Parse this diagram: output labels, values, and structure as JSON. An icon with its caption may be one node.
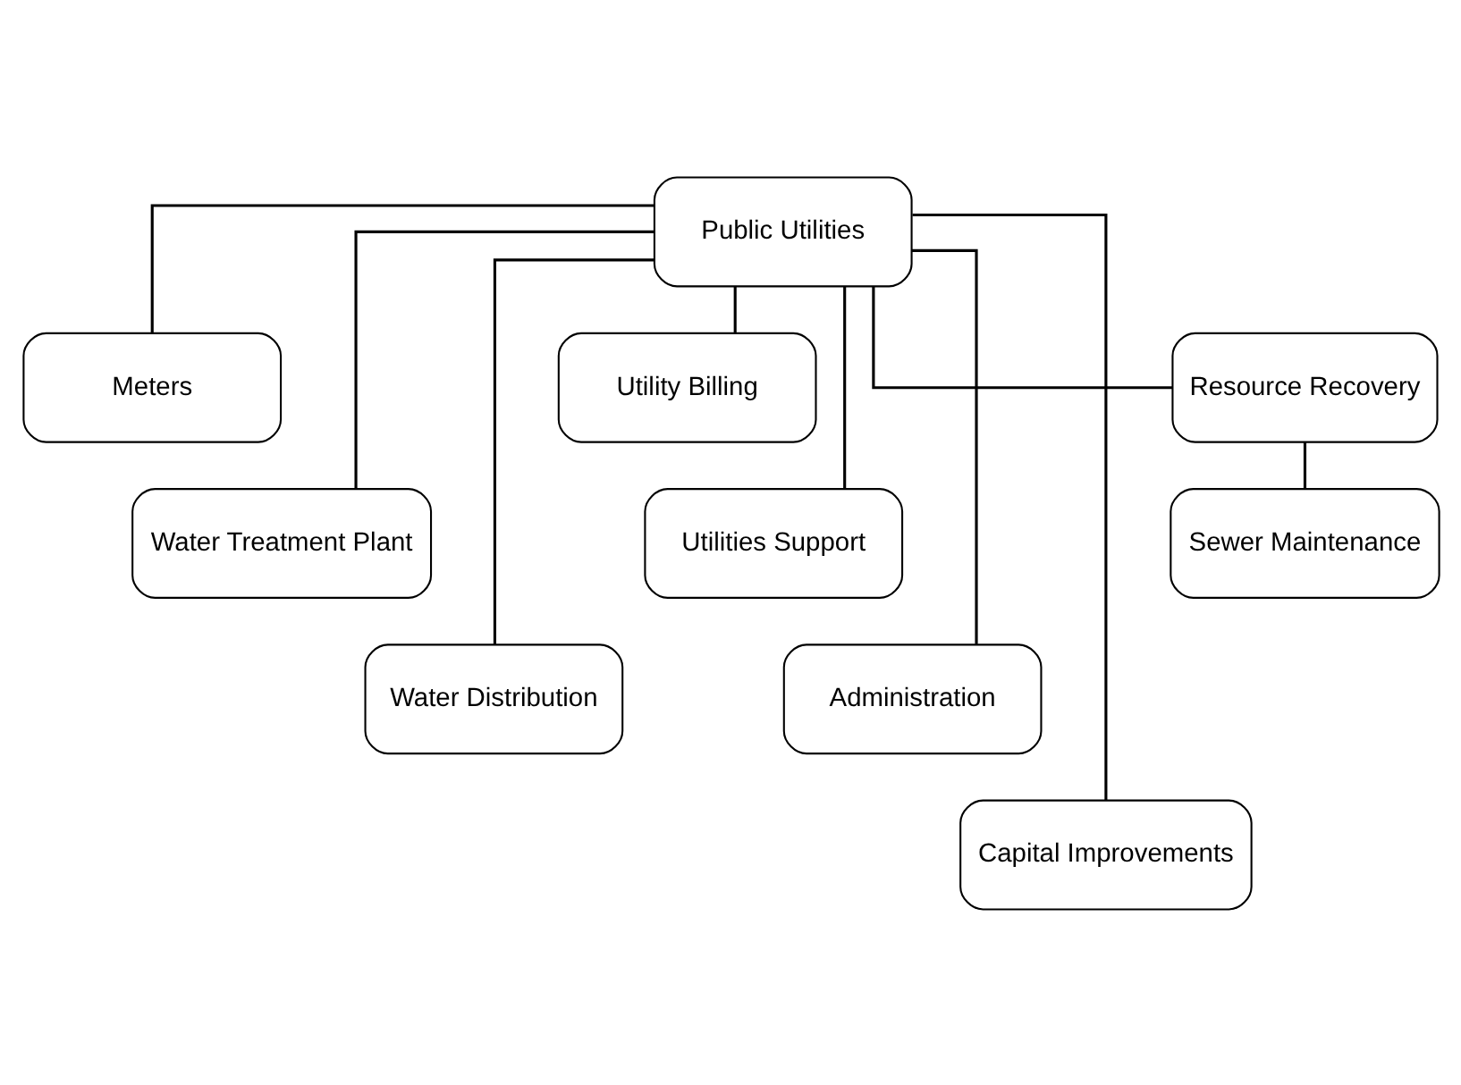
{
  "diagram": {
    "nodes": [
      {
        "text": [
          "Public Utilities"
        ]
      },
      {
        "text": [
          "Meters"
        ]
      },
      {
        "text": [
          "Water Treatment Plant"
        ]
      },
      {
        "text": [
          "Water Distribution"
        ]
      },
      {
        "text": [
          "Utility Billing"
        ]
      },
      {
        "text": [
          "Utilities Support"
        ]
      },
      {
        "text": [
          "Administration"
        ]
      },
      {
        "text": [
          "Capital Improvements"
        ]
      },
      {
        "text": [
          "Resource Recovery"
        ]
      },
      {
        "text": [
          "Sewer Maintenance"
        ]
      }
    ],
    "edges": [
      {
        "from": 0,
        "to": 1,
        "arrow": "none"
      },
      {
        "from": 0,
        "to": 2,
        "arrow": "none"
      },
      {
        "from": 0,
        "to": 3,
        "arrow": "none"
      },
      {
        "from": 0,
        "to": 4,
        "arrow": "none"
      },
      {
        "from": 0,
        "to": 5,
        "arrow": "none"
      },
      {
        "from": 0,
        "to": 6,
        "arrow": "none"
      },
      {
        "from": 0,
        "to": 7,
        "arrow": "none"
      },
      {
        "from": 0,
        "to": 8,
        "arrow": "none"
      },
      {
        "from": 8,
        "to": 9,
        "arrow": "none"
      }
    ]
  }
}
